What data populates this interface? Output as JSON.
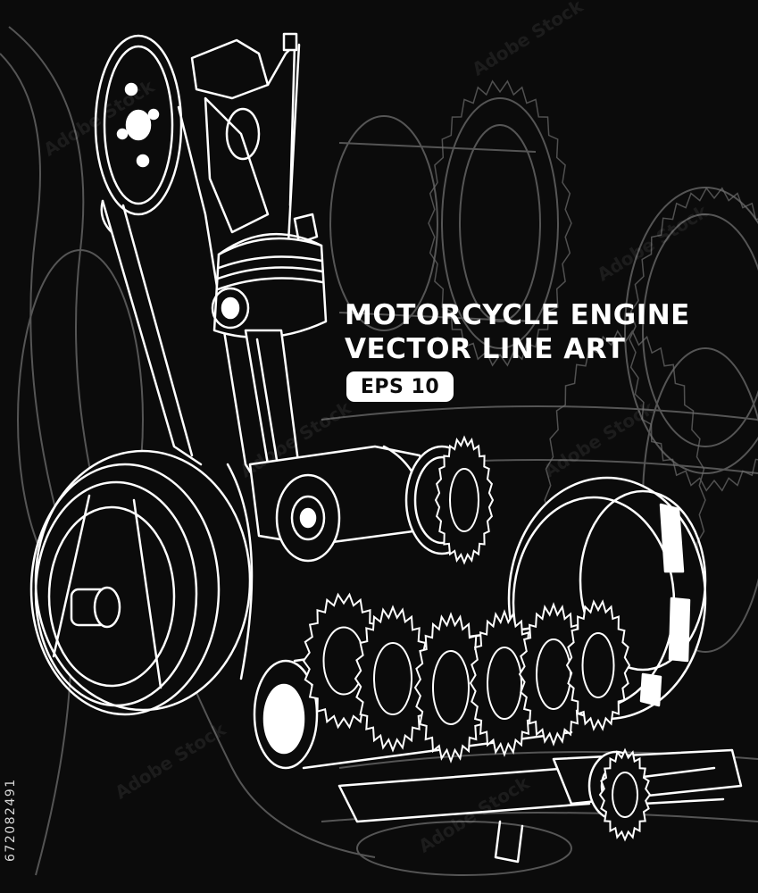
{
  "headline": {
    "line1": "MOTORCYCLE ENGINE",
    "line2": "VECTOR LINE ART"
  },
  "badge": {
    "label": "EPS 10"
  },
  "stock_id": "672082491",
  "watermark": {
    "text": "Adobe Stock"
  },
  "colors": {
    "background": "#0b0b0b",
    "foreground_lines": "#ffffff",
    "background_lines": "#7a7a7a",
    "badge_fill": "#ffffff",
    "badge_text": "#0b0b0b"
  },
  "illustration": {
    "subject": "motorcycle-engine-line-art",
    "parts": [
      "camshaft-sprocket",
      "timing-chain",
      "piston",
      "connecting-rod",
      "crankshaft",
      "flywheel",
      "transmission-gears",
      "clutch-basket"
    ]
  }
}
